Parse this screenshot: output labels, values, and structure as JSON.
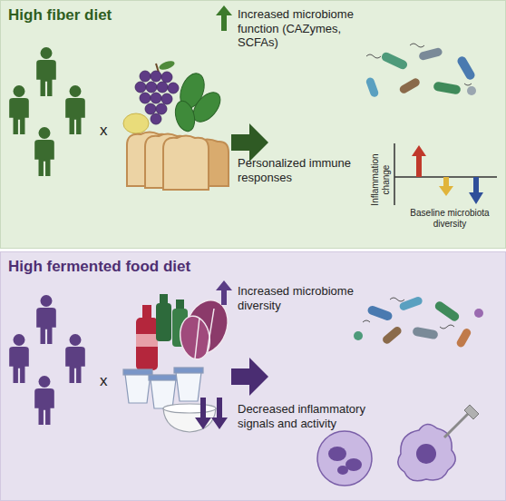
{
  "diagram": {
    "nodes": [
      {
        "text": [
          "High fiber diet"
        ]
      },
      {
        "text": [
          "High fermented food diet"
        ]
      }
    ],
    "labels": [
      "Increased microbiome function (CAZymes, SCFAs)",
      "x",
      "Personalized immune responses",
      "Inflammation change",
      "Baseline microbiota diversity",
      "Increased microbiome diversity",
      "x",
      "Decreased inflammatory signals and activity"
    ]
  }
}
